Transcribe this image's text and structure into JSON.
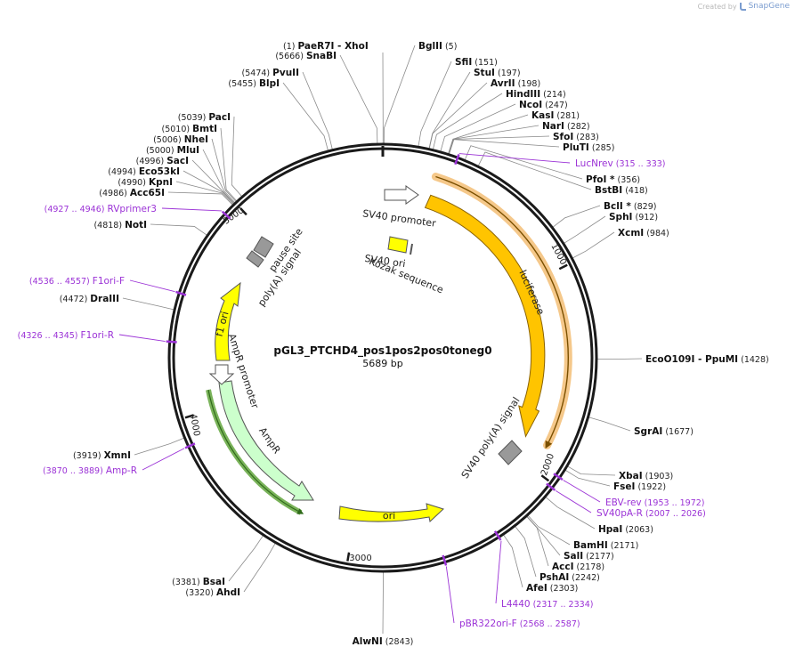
{
  "header": {
    "credit_prefix": "Created by",
    "credit_brand": "SnapGene"
  },
  "plasmid": {
    "name": "pGL3_PTCHD4_pos1pos2pos0toneg0",
    "length_label": "5689 bp",
    "total_bp": 5689
  },
  "ticks": [
    {
      "bp": 1000,
      "label": "1000"
    },
    {
      "bp": 2000,
      "label": "2000"
    },
    {
      "bp": 3000,
      "label": "3000"
    },
    {
      "bp": 4000,
      "label": "4000"
    },
    {
      "bp": 5000,
      "label": "5000"
    }
  ],
  "enzymes": [
    {
      "name": "PaeR7I",
      "name2": "XhoI",
      "pos_label": "(1)",
      "bp": 1,
      "side": "left"
    },
    {
      "name": "SnaBI",
      "pos_label": "(5666)",
      "bp": 5666,
      "side": "left"
    },
    {
      "name": "PvuII",
      "pos_label": "(5474)",
      "bp": 5474,
      "side": "left"
    },
    {
      "name": "BlpI",
      "pos_label": "(5455)",
      "bp": 5455,
      "side": "left"
    },
    {
      "name": "PacI",
      "pos_label": "(5039)",
      "bp": 5039,
      "side": "left"
    },
    {
      "name": "BmtI",
      "pos_label": "(5010)",
      "bp": 5010,
      "side": "left"
    },
    {
      "name": "NheI",
      "pos_label": "(5006)",
      "bp": 5006,
      "side": "left"
    },
    {
      "name": "MluI",
      "pos_label": "(5000)",
      "bp": 5000,
      "side": "left"
    },
    {
      "name": "SacI",
      "pos_label": "(4996)",
      "bp": 4996,
      "side": "left"
    },
    {
      "name": "Eco53kI",
      "pos_label": "(4994)",
      "bp": 4994,
      "side": "left"
    },
    {
      "name": "KpnI",
      "pos_label": "(4990)",
      "bp": 4990,
      "side": "left"
    },
    {
      "name": "Acc65I",
      "pos_label": "(4986)",
      "bp": 4986,
      "side": "left"
    },
    {
      "name": "NotI",
      "pos_label": "(4818)",
      "bp": 4818,
      "side": "left"
    },
    {
      "name": "DraIII",
      "pos_label": "(4472)",
      "bp": 4472,
      "side": "left"
    },
    {
      "name": "XmnI",
      "pos_label": "(3919)",
      "bp": 3919,
      "side": "left"
    },
    {
      "name": "BsaI",
      "pos_label": "(3381)",
      "bp": 3381,
      "side": "left"
    },
    {
      "name": "AhdI",
      "pos_label": "(3320)",
      "bp": 3320,
      "side": "left"
    },
    {
      "name": "AlwNI",
      "pos_label": "(2843)",
      "bp": 2843,
      "side": "right"
    },
    {
      "name": "BglII",
      "pos_label": "(5)",
      "bp": 5,
      "side": "right"
    },
    {
      "name": "SfiI",
      "pos_label": "(151)",
      "bp": 151,
      "side": "right"
    },
    {
      "name": "StuI",
      "pos_label": "(197)",
      "bp": 197,
      "side": "right"
    },
    {
      "name": "AvrII",
      "pos_label": "(198)",
      "bp": 198,
      "side": "right"
    },
    {
      "name": "HindIII",
      "pos_label": "(214)",
      "bp": 214,
      "side": "right"
    },
    {
      "name": "NcoI",
      "pos_label": "(247)",
      "bp": 247,
      "side": "right"
    },
    {
      "name": "KasI",
      "pos_label": "(281)",
      "bp": 281,
      "side": "right"
    },
    {
      "name": "NarI",
      "pos_label": "(282)",
      "bp": 282,
      "side": "right"
    },
    {
      "name": "SfoI",
      "pos_label": "(283)",
      "bp": 283,
      "side": "right"
    },
    {
      "name": "PluTI",
      "pos_label": "(285)",
      "bp": 285,
      "side": "right"
    },
    {
      "name": "PfoI *",
      "pos_label": "(356)",
      "bp": 356,
      "side": "right"
    },
    {
      "name": "BstBI",
      "pos_label": "(418)",
      "bp": 418,
      "side": "right"
    },
    {
      "name": "BclI *",
      "pos_label": "(829)",
      "bp": 829,
      "side": "right"
    },
    {
      "name": "SphI",
      "pos_label": "(912)",
      "bp": 912,
      "side": "right"
    },
    {
      "name": "XcmI",
      "pos_label": "(984)",
      "bp": 984,
      "side": "right"
    },
    {
      "name": "EcoO109I",
      "name2": "PpuMI",
      "pos_label": "(1428)",
      "bp": 1428,
      "side": "right"
    },
    {
      "name": "SgrAI",
      "pos_label": "(1677)",
      "bp": 1677,
      "side": "right"
    },
    {
      "name": "XbaI",
      "pos_label": "(1903)",
      "bp": 1903,
      "side": "right"
    },
    {
      "name": "FseI",
      "pos_label": "(1922)",
      "bp": 1922,
      "side": "right"
    },
    {
      "name": "HpaI",
      "pos_label": "(2063)",
      "bp": 2063,
      "side": "right"
    },
    {
      "name": "BamHI",
      "pos_label": "(2171)",
      "bp": 2171,
      "side": "right"
    },
    {
      "name": "SalI",
      "pos_label": "(2177)",
      "bp": 2177,
      "side": "right"
    },
    {
      "name": "AccI",
      "pos_label": "(2178)",
      "bp": 2178,
      "side": "right"
    },
    {
      "name": "PshAI",
      "pos_label": "(2242)",
      "bp": 2242,
      "side": "right"
    },
    {
      "name": "AfeI",
      "pos_label": "(2303)",
      "bp": 2303,
      "side": "right"
    }
  ],
  "primers": [
    {
      "name": "LucNrev",
      "range": "(315 .. 333)",
      "bp": 324,
      "side": "right"
    },
    {
      "name": "RVprimer3",
      "range": "(4927 .. 4946)",
      "bp": 4936,
      "side": "left"
    },
    {
      "name": "F1ori-F",
      "range": "(4536 .. 4557)",
      "bp": 4546,
      "side": "left"
    },
    {
      "name": "F1ori-R",
      "range": "(4326 .. 4345)",
      "bp": 4335,
      "side": "left"
    },
    {
      "name": "Amp-R",
      "range": "(3870 .. 3889)",
      "bp": 3879,
      "side": "left"
    },
    {
      "name": "EBV-rev",
      "range": "(1953 .. 1972)",
      "bp": 1962,
      "side": "right"
    },
    {
      "name": "SV40pA-R",
      "range": "(2007 .. 2026)",
      "bp": 2016,
      "side": "right"
    },
    {
      "name": "L4440",
      "range": "(2317 .. 2334)",
      "bp": 2325,
      "side": "right"
    },
    {
      "name": "pBR322ori-F",
      "range": "(2568 .. 2587)",
      "bp": 2577,
      "side": "right"
    }
  ],
  "features": [
    {
      "name": "SV40 promoter",
      "type": "promoter"
    },
    {
      "name": "luciferase",
      "type": "cds"
    },
    {
      "name": "SV40 ori",
      "type": "ori"
    },
    {
      "name": "Kozak sequence",
      "type": "misc"
    },
    {
      "name": "SV40 poly(A) signal",
      "type": "polyA"
    },
    {
      "name": "ori",
      "type": "ori"
    },
    {
      "name": "AmpR",
      "type": "cds"
    },
    {
      "name": "AmpR promoter",
      "type": "promoter"
    },
    {
      "name": "f1 ori",
      "type": "ori"
    },
    {
      "name": "poly(A) signal",
      "type": "polyA"
    },
    {
      "name": "pause site",
      "type": "misc"
    }
  ],
  "colors": {
    "backbone": "#1a1a1a",
    "enzyme_line": "#8a8a8a",
    "primer": "#9b32d6",
    "luciferase": "#ffc400",
    "luciferase_outline": "#d99600",
    "ori": "#ffff00",
    "ampr": "#ccffcc",
    "promoter": "#ffffff",
    "polyA": "#999999",
    "highlight_orange": "#f5c88a",
    "highlight_green": "#7ab35a"
  }
}
